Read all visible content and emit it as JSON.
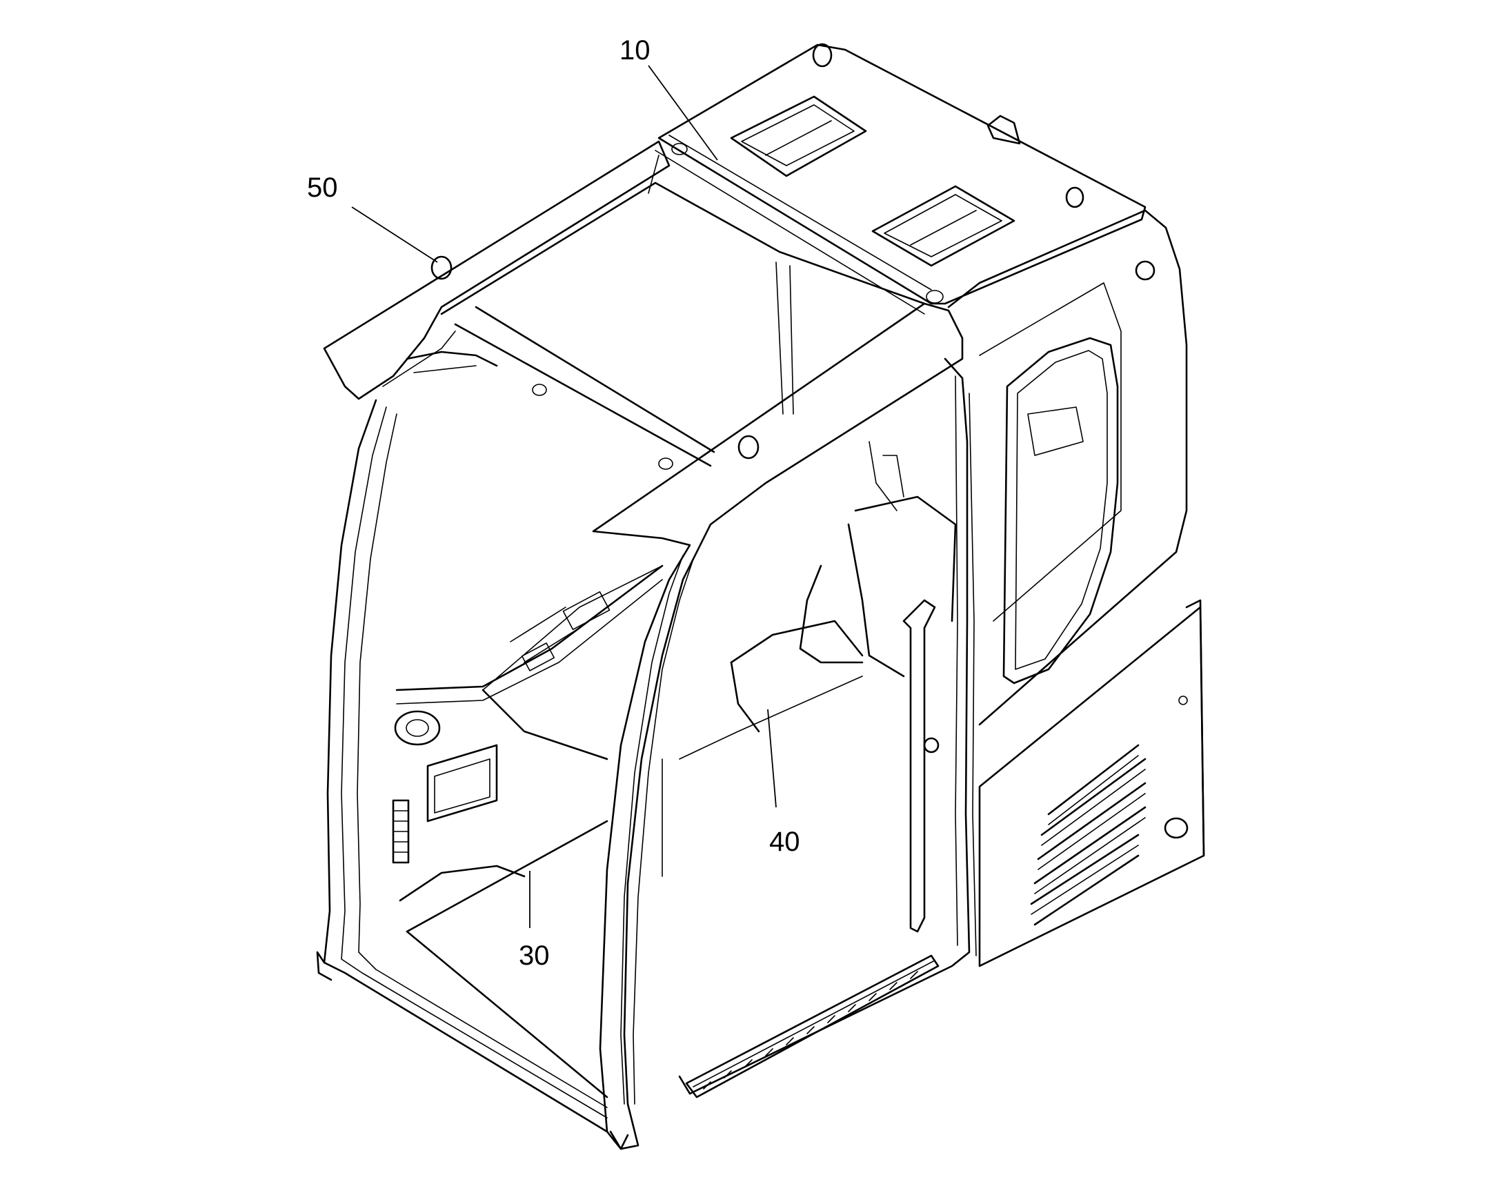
{
  "labels": {
    "label_10": "10",
    "label_30": "30",
    "label_40": "40",
    "label_50": "50"
  },
  "colors": {
    "line": "#000000",
    "background": "#ffffff"
  }
}
